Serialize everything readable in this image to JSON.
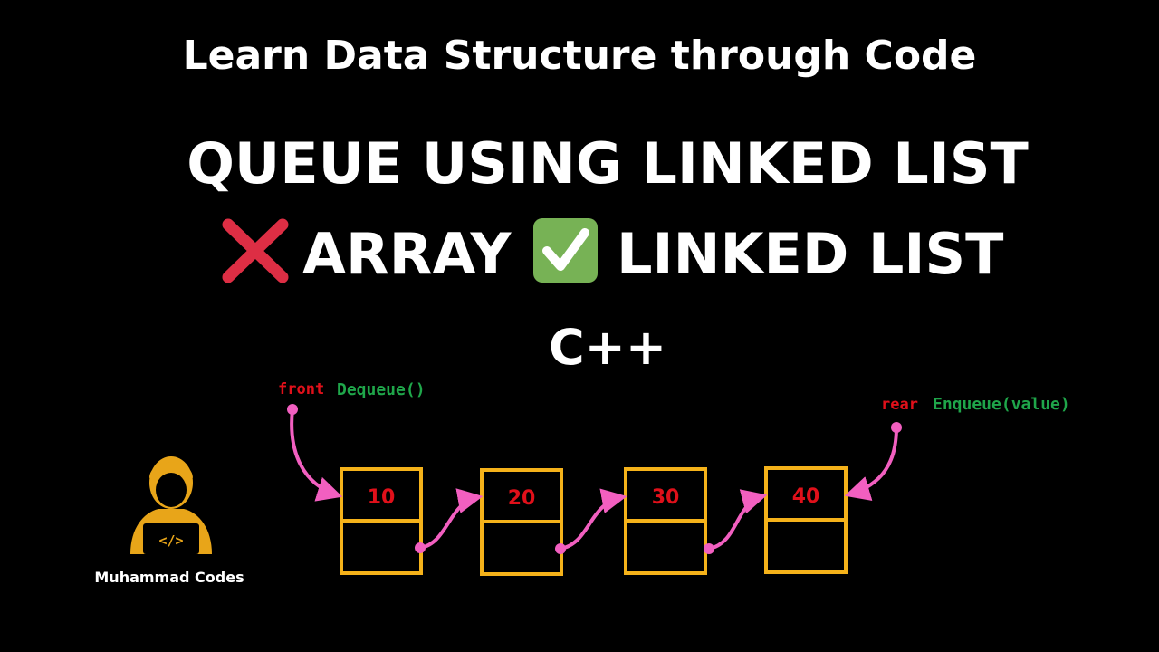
{
  "header": {
    "subtitle": "Learn Data Structure through Code",
    "title": "QUEUE USING LINKED LIST",
    "compare_bad": "ARRAY",
    "compare_good": "LINKED LIST",
    "language": "C++"
  },
  "diagram": {
    "front_label": "front",
    "front_op": "Dequeue()",
    "rear_label": "rear",
    "rear_op": "Enqueue(value)",
    "nodes": [
      "10",
      "20",
      "30",
      "40"
    ]
  },
  "brand": {
    "name": "Muhammad Codes"
  },
  "icons": {
    "bad": "cross-mark-icon",
    "good": "check-mark-icon",
    "avatar": "developer-avatar-icon"
  },
  "colors": {
    "background": "#000000",
    "text": "#ffffff",
    "node_border": "#f5b21a",
    "node_value": "#e0101a",
    "pointer": "#f25fc0",
    "label_red": "#e0101a",
    "label_green": "#1fa64a",
    "cross": "#dd2e44",
    "check_bg": "#77b255"
  }
}
